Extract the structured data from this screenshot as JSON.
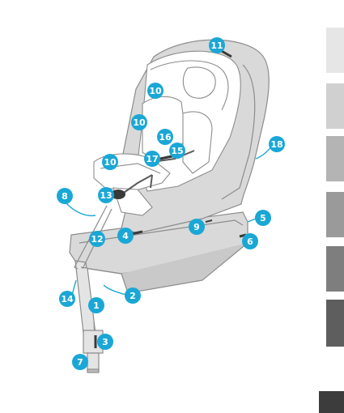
{
  "page": {
    "number": ""
  },
  "colors": {
    "callout": "#1aa7d6",
    "line": "#8c8c8c",
    "shell": "#d9d9d9",
    "tabs": [
      "#e6e6e6",
      "#d0d0d0",
      "#b4b4b4",
      "#9a9a9a",
      "#7e7e7e",
      "#5e5e5e"
    ],
    "page_tab": "#3c3c3c"
  },
  "callouts": {
    "c1": "1",
    "c2": "2",
    "c3": "3",
    "c4": "4",
    "c5": "5",
    "c6": "6",
    "c7": "7",
    "c8": "8",
    "c9": "9",
    "c10a": "10",
    "c10b": "10",
    "c10c": "10",
    "c11": "11",
    "c12": "12",
    "c13": "13",
    "c14": "14",
    "c15": "15",
    "c16": "16",
    "c17": "17",
    "c18": "18"
  }
}
